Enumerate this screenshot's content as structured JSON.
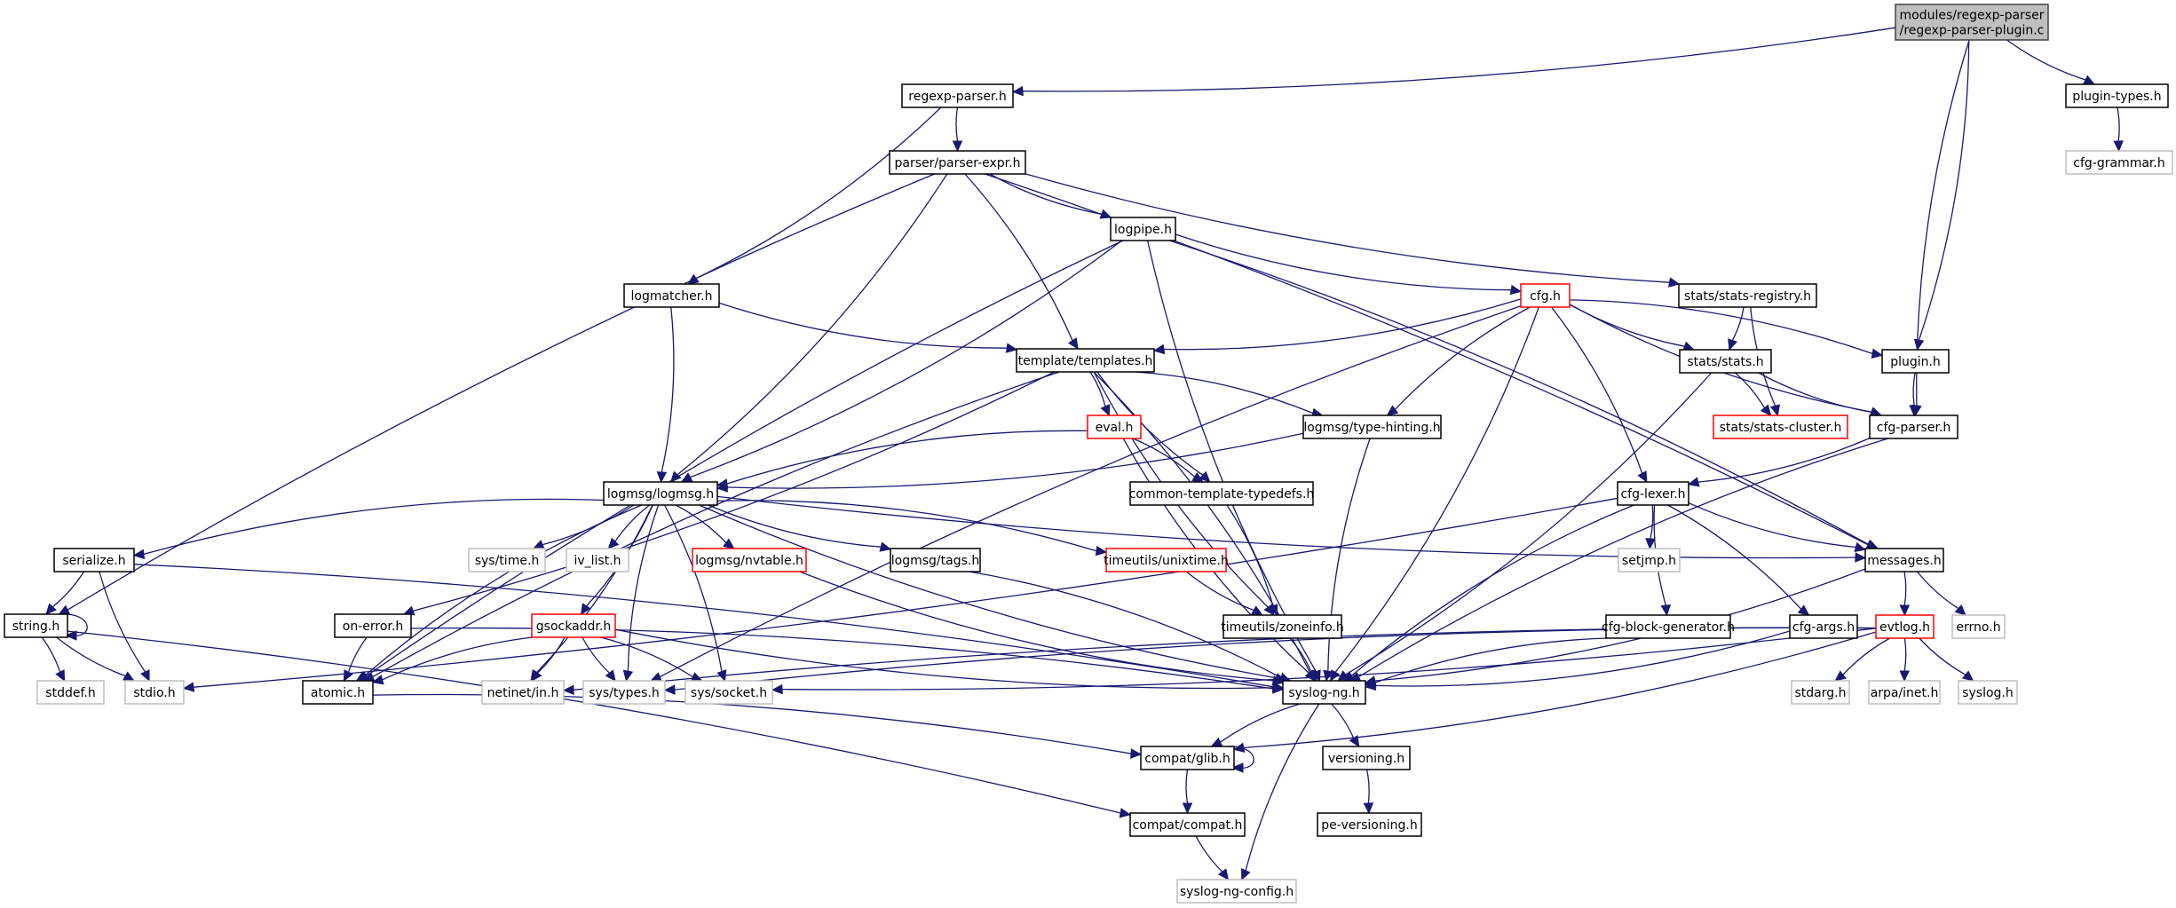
{
  "title": "Include dependency graph for modules/regexp-parser/regexp-parser-plugin.c",
  "colors": {
    "edge": "#191970",
    "root_fill": "#bfbfbf",
    "documented_border": "#000000",
    "truncated_border": "#ff0000",
    "external_border": "#bfbfbf"
  },
  "nodes": [
    {
      "id": "root",
      "lines": [
        "modules/regexp-parser",
        "/regexp-parser-plugin.c"
      ],
      "kind": "root"
    },
    {
      "id": "regexp-parser.h",
      "lines": [
        "regexp-parser.h"
      ],
      "kind": "normal"
    },
    {
      "id": "plugin-types.h",
      "lines": [
        "plugin-types.h"
      ],
      "kind": "normal"
    },
    {
      "id": "cfg-grammar.h",
      "lines": [
        "cfg-grammar.h"
      ],
      "kind": "external"
    },
    {
      "id": "parser/parser-expr.h",
      "lines": [
        "parser/parser-expr.h"
      ],
      "kind": "normal"
    },
    {
      "id": "logpipe.h",
      "lines": [
        "logpipe.h"
      ],
      "kind": "normal"
    },
    {
      "id": "logmatcher.h",
      "lines": [
        "logmatcher.h"
      ],
      "kind": "normal"
    },
    {
      "id": "cfg.h",
      "lines": [
        "cfg.h"
      ],
      "kind": "truncated"
    },
    {
      "id": "stats/stats-registry.h",
      "lines": [
        "stats/stats-registry.h"
      ],
      "kind": "normal"
    },
    {
      "id": "template/templates.h",
      "lines": [
        "template/templates.h"
      ],
      "kind": "normal"
    },
    {
      "id": "stats/stats.h",
      "lines": [
        "stats/stats.h"
      ],
      "kind": "normal"
    },
    {
      "id": "plugin.h",
      "lines": [
        "plugin.h"
      ],
      "kind": "normal"
    },
    {
      "id": "eval.h",
      "lines": [
        "eval.h"
      ],
      "kind": "truncated"
    },
    {
      "id": "logmsg/type-hinting.h",
      "lines": [
        "logmsg/type-hinting.h"
      ],
      "kind": "normal"
    },
    {
      "id": "stats/stats-cluster.h",
      "lines": [
        "stats/stats-cluster.h"
      ],
      "kind": "truncated"
    },
    {
      "id": "cfg-parser.h",
      "lines": [
        "cfg-parser.h"
      ],
      "kind": "normal"
    },
    {
      "id": "logmsg/logmsg.h",
      "lines": [
        "logmsg/logmsg.h"
      ],
      "kind": "normal"
    },
    {
      "id": "common-template-typedefs.h",
      "lines": [
        "common-template-typedefs.h"
      ],
      "kind": "normal"
    },
    {
      "id": "cfg-lexer.h",
      "lines": [
        "cfg-lexer.h"
      ],
      "kind": "normal"
    },
    {
      "id": "serialize.h",
      "lines": [
        "serialize.h"
      ],
      "kind": "normal"
    },
    {
      "id": "sys/time.h",
      "lines": [
        "sys/time.h"
      ],
      "kind": "external"
    },
    {
      "id": "iv_list.h",
      "lines": [
        "iv_list.h"
      ],
      "kind": "external"
    },
    {
      "id": "logmsg/nvtable.h",
      "lines": [
        "logmsg/nvtable.h"
      ],
      "kind": "truncated"
    },
    {
      "id": "logmsg/tags.h",
      "lines": [
        "logmsg/tags.h"
      ],
      "kind": "normal"
    },
    {
      "id": "timeutils/unixtime.h",
      "lines": [
        "timeutils/unixtime.h"
      ],
      "kind": "truncated"
    },
    {
      "id": "messages.h",
      "lines": [
        "messages.h"
      ],
      "kind": "normal"
    },
    {
      "id": "setjmp.h",
      "lines": [
        "setjmp.h"
      ],
      "kind": "external"
    },
    {
      "id": "string.h",
      "lines": [
        "string.h"
      ],
      "kind": "normal"
    },
    {
      "id": "on-error.h",
      "lines": [
        "on-error.h"
      ],
      "kind": "normal"
    },
    {
      "id": "gsockaddr.h",
      "lines": [
        "gsockaddr.h"
      ],
      "kind": "truncated"
    },
    {
      "id": "timeutils/zoneinfo.h",
      "lines": [
        "timeutils/zoneinfo.h"
      ],
      "kind": "normal"
    },
    {
      "id": "cfg-block-generator.h",
      "lines": [
        "cfg-block-generator.h"
      ],
      "kind": "normal"
    },
    {
      "id": "cfg-args.h",
      "lines": [
        "cfg-args.h"
      ],
      "kind": "normal"
    },
    {
      "id": "evtlog.h",
      "lines": [
        "evtlog.h"
      ],
      "kind": "truncated"
    },
    {
      "id": "errno.h",
      "lines": [
        "errno.h"
      ],
      "kind": "external"
    },
    {
      "id": "stddef.h",
      "lines": [
        "stddef.h"
      ],
      "kind": "external"
    },
    {
      "id": "stdio.h",
      "lines": [
        "stdio.h"
      ],
      "kind": "external"
    },
    {
      "id": "atomic.h",
      "lines": [
        "atomic.h"
      ],
      "kind": "normal"
    },
    {
      "id": "netinet/in.h",
      "lines": [
        "netinet/in.h"
      ],
      "kind": "external"
    },
    {
      "id": "sys/types.h",
      "lines": [
        "sys/types.h"
      ],
      "kind": "external"
    },
    {
      "id": "sys/socket.h",
      "lines": [
        "sys/socket.h"
      ],
      "kind": "external"
    },
    {
      "id": "syslog-ng.h",
      "lines": [
        "syslog-ng.h"
      ],
      "kind": "normal"
    },
    {
      "id": "stdarg.h",
      "lines": [
        "stdarg.h"
      ],
      "kind": "external"
    },
    {
      "id": "arpa/inet.h",
      "lines": [
        "arpa/inet.h"
      ],
      "kind": "external"
    },
    {
      "id": "syslog.h",
      "lines": [
        "syslog.h"
      ],
      "kind": "external"
    },
    {
      "id": "compat/glib.h",
      "lines": [
        "compat/glib.h"
      ],
      "kind": "normal"
    },
    {
      "id": "versioning.h",
      "lines": [
        "versioning.h"
      ],
      "kind": "normal"
    },
    {
      "id": "compat/compat.h",
      "lines": [
        "compat/compat.h"
      ],
      "kind": "normal"
    },
    {
      "id": "pe-versioning.h",
      "lines": [
        "pe-versioning.h"
      ],
      "kind": "normal"
    },
    {
      "id": "syslog-ng-config.h",
      "lines": [
        "syslog-ng-config.h"
      ],
      "kind": "external"
    }
  ],
  "edges": [
    [
      "root",
      "regexp-parser.h"
    ],
    [
      "root",
      "plugin-types.h"
    ],
    [
      "root",
      "plugin.h"
    ],
    [
      "root",
      "cfg-parser.h"
    ],
    [
      "plugin-types.h",
      "cfg-grammar.h"
    ],
    [
      "regexp-parser.h",
      "parser/parser-expr.h"
    ],
    [
      "regexp-parser.h",
      "logmatcher.h"
    ],
    [
      "parser/parser-expr.h",
      "logpipe.h"
    ],
    [
      "parser/parser-expr.h",
      "template/templates.h"
    ],
    [
      "parser/parser-expr.h",
      "stats/stats-registry.h"
    ],
    [
      "parser/parser-expr.h",
      "messages.h"
    ],
    [
      "parser/parser-expr.h",
      "string.h"
    ],
    [
      "parser/parser-expr.h",
      "logmsg/logmsg.h"
    ],
    [
      "logpipe.h",
      "cfg.h"
    ],
    [
      "logpipe.h",
      "logmsg/logmsg.h"
    ],
    [
      "logpipe.h",
      "atomic.h"
    ],
    [
      "logpipe.h",
      "messages.h"
    ],
    [
      "logpipe.h",
      "syslog-ng.h"
    ],
    [
      "logmatcher.h",
      "logmsg/logmsg.h"
    ],
    [
      "logmatcher.h",
      "template/templates.h"
    ],
    [
      "cfg.h",
      "template/templates.h"
    ],
    [
      "cfg.h",
      "stats/stats.h"
    ],
    [
      "cfg.h",
      "plugin.h"
    ],
    [
      "cfg.h",
      "cfg-parser.h"
    ],
    [
      "cfg.h",
      "cfg-lexer.h"
    ],
    [
      "cfg.h",
      "logmsg/type-hinting.h"
    ],
    [
      "cfg.h",
      "syslog-ng.h"
    ],
    [
      "cfg.h",
      "sys/types.h"
    ],
    [
      "stats/stats-registry.h",
      "stats/stats.h"
    ],
    [
      "stats/stats-registry.h",
      "stats/stats-cluster.h"
    ],
    [
      "stats/stats.h",
      "stats/stats-cluster.h"
    ],
    [
      "stats/stats.h",
      "cfg-parser.h"
    ],
    [
      "stats/stats.h",
      "syslog-ng.h"
    ],
    [
      "plugin.h",
      "cfg-parser.h"
    ],
    [
      "cfg-parser.h",
      "cfg-lexer.h"
    ],
    [
      "cfg-parser.h",
      "syslog-ng.h"
    ],
    [
      "template/templates.h",
      "eval.h"
    ],
    [
      "template/templates.h",
      "common-template-typedefs.h"
    ],
    [
      "template/templates.h",
      "logmsg/type-hinting.h"
    ],
    [
      "template/templates.h",
      "timeutils/zoneinfo.h"
    ],
    [
      "template/templates.h",
      "on-error.h"
    ],
    [
      "template/templates.h",
      "atomic.h"
    ],
    [
      "template/templates.h",
      "syslog-ng.h"
    ],
    [
      "eval.h",
      "logmsg/logmsg.h"
    ],
    [
      "eval.h",
      "common-template-typedefs.h"
    ],
    [
      "eval.h",
      "syslog-ng.h"
    ],
    [
      "logmsg/type-hinting.h",
      "logmsg/logmsg.h"
    ],
    [
      "logmsg/type-hinting.h",
      "syslog-ng.h"
    ],
    [
      "common-template-typedefs.h",
      "timeutils/zoneinfo.h"
    ],
    [
      "logmsg/logmsg.h",
      "serialize.h"
    ],
    [
      "logmsg/logmsg.h",
      "sys/time.h"
    ],
    [
      "logmsg/logmsg.h",
      "iv_list.h"
    ],
    [
      "logmsg/logmsg.h",
      "logmsg/nvtable.h"
    ],
    [
      "logmsg/logmsg.h",
      "logmsg/tags.h"
    ],
    [
      "logmsg/logmsg.h",
      "timeutils/unixtime.h"
    ],
    [
      "logmsg/logmsg.h",
      "messages.h"
    ],
    [
      "logmsg/logmsg.h",
      "gsockaddr.h"
    ],
    [
      "logmsg/logmsg.h",
      "atomic.h"
    ],
    [
      "logmsg/logmsg.h",
      "netinet/in.h"
    ],
    [
      "logmsg/logmsg.h",
      "sys/types.h"
    ],
    [
      "logmsg/logmsg.h",
      "sys/socket.h"
    ],
    [
      "logmsg/logmsg.h",
      "syslog-ng.h"
    ],
    [
      "cfg-lexer.h",
      "setjmp.h"
    ],
    [
      "cfg-lexer.h",
      "cfg-block-generator.h"
    ],
    [
      "cfg-lexer.h",
      "cfg-args.h"
    ],
    [
      "cfg-lexer.h",
      "messages.h"
    ],
    [
      "cfg-lexer.h",
      "stdio.h"
    ],
    [
      "cfg-lexer.h",
      "syslog-ng.h"
    ],
    [
      "serialize.h",
      "string.h"
    ],
    [
      "serialize.h",
      "stdio.h"
    ],
    [
      "serialize.h",
      "syslog-ng.h"
    ],
    [
      "logmsg/nvtable.h",
      "syslog-ng.h"
    ],
    [
      "logmsg/tags.h",
      "syslog-ng.h"
    ],
    [
      "timeutils/unixtime.h",
      "timeutils/zoneinfo.h"
    ],
    [
      "messages.h",
      "evtlog.h"
    ],
    [
      "messages.h",
      "errno.h"
    ],
    [
      "messages.h",
      "syslog-ng.h"
    ],
    [
      "string.h",
      "string.h"
    ],
    [
      "string.h",
      "stddef.h"
    ],
    [
      "string.h",
      "stdio.h"
    ],
    [
      "string.h",
      "compat/compat.h"
    ],
    [
      "on-error.h",
      "atomic.h"
    ],
    [
      "on-error.h",
      "syslog-ng.h"
    ],
    [
      "gsockaddr.h",
      "atomic.h"
    ],
    [
      "gsockaddr.h",
      "netinet/in.h"
    ],
    [
      "gsockaddr.h",
      "sys/types.h"
    ],
    [
      "gsockaddr.h",
      "sys/socket.h"
    ],
    [
      "gsockaddr.h",
      "syslog-ng.h"
    ],
    [
      "timeutils/zoneinfo.h",
      "syslog-ng.h"
    ],
    [
      "cfg-block-generator.h",
      "syslog-ng.h"
    ],
    [
      "cfg-args.h",
      "syslog-ng.h"
    ],
    [
      "evtlog.h",
      "stdarg.h"
    ],
    [
      "evtlog.h",
      "arpa/inet.h"
    ],
    [
      "evtlog.h",
      "syslog.h"
    ],
    [
      "evtlog.h",
      "compat/glib.h"
    ],
    [
      "evtlog.h",
      "sys/types.h"
    ],
    [
      "evtlog.h",
      "sys/socket.h"
    ],
    [
      "evtlog.h",
      "netinet/in.h"
    ],
    [
      "atomic.h",
      "compat/glib.h"
    ],
    [
      "syslog-ng.h",
      "compat/glib.h"
    ],
    [
      "syslog-ng.h",
      "versioning.h"
    ],
    [
      "syslog-ng.h",
      "syslog-ng-config.h"
    ],
    [
      "compat/glib.h",
      "compat/glib.h"
    ],
    [
      "compat/glib.h",
      "compat/compat.h"
    ],
    [
      "versioning.h",
      "pe-versioning.h"
    ],
    [
      "compat/compat.h",
      "syslog-ng-config.h"
    ]
  ]
}
